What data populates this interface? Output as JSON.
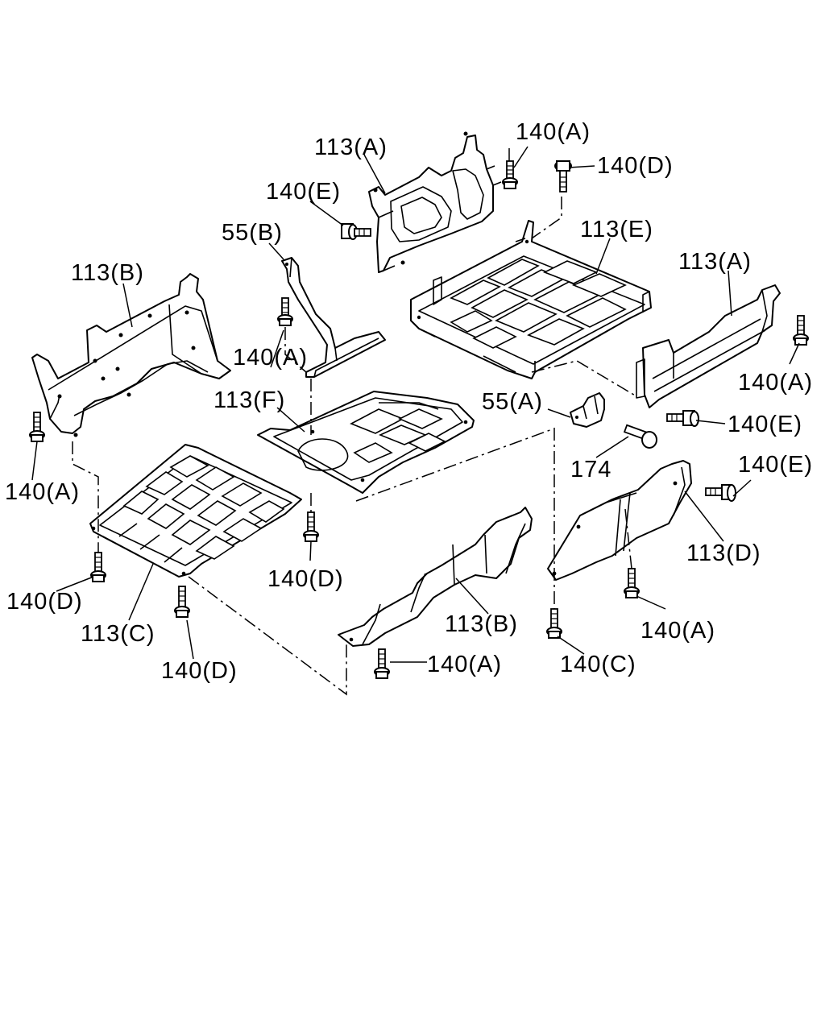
{
  "diagram": {
    "callouts": [
      {
        "id": "c-113a-top",
        "text": "113(A)"
      },
      {
        "id": "c-140a-top",
        "text": "140(A)"
      },
      {
        "id": "c-140d-top",
        "text": "140(D)"
      },
      {
        "id": "c-140e-top",
        "text": "140(E)"
      },
      {
        "id": "c-55b",
        "text": "55(B)"
      },
      {
        "id": "c-113e",
        "text": "113(E)"
      },
      {
        "id": "c-113b-left",
        "text": "113(B)"
      },
      {
        "id": "c-113a-right",
        "text": "113(A)"
      },
      {
        "id": "c-140a-mid",
        "text": "140(A)"
      },
      {
        "id": "c-140a-right",
        "text": "140(A)"
      },
      {
        "id": "c-113f",
        "text": "113(F)"
      },
      {
        "id": "c-55a",
        "text": "55(A)"
      },
      {
        "id": "c-140e-right",
        "text": "140(E)"
      },
      {
        "id": "c-174",
        "text": "174"
      },
      {
        "id": "c-140e-far",
        "text": "140(E)"
      },
      {
        "id": "c-140a-left",
        "text": "140(A)"
      },
      {
        "id": "c-113d",
        "text": "113(D)"
      },
      {
        "id": "c-140d-left",
        "text": "140(D)"
      },
      {
        "id": "c-140d-center",
        "text": "140(D)"
      },
      {
        "id": "c-113c",
        "text": "113(C)"
      },
      {
        "id": "c-113b-bottom",
        "text": "113(B)"
      },
      {
        "id": "c-140a-lower-right",
        "text": "140(A)"
      },
      {
        "id": "c-140d-bottom",
        "text": "140(D)"
      },
      {
        "id": "c-140a-bottom",
        "text": "140(A)"
      },
      {
        "id": "c-140c",
        "text": "140(C)"
      }
    ]
  }
}
